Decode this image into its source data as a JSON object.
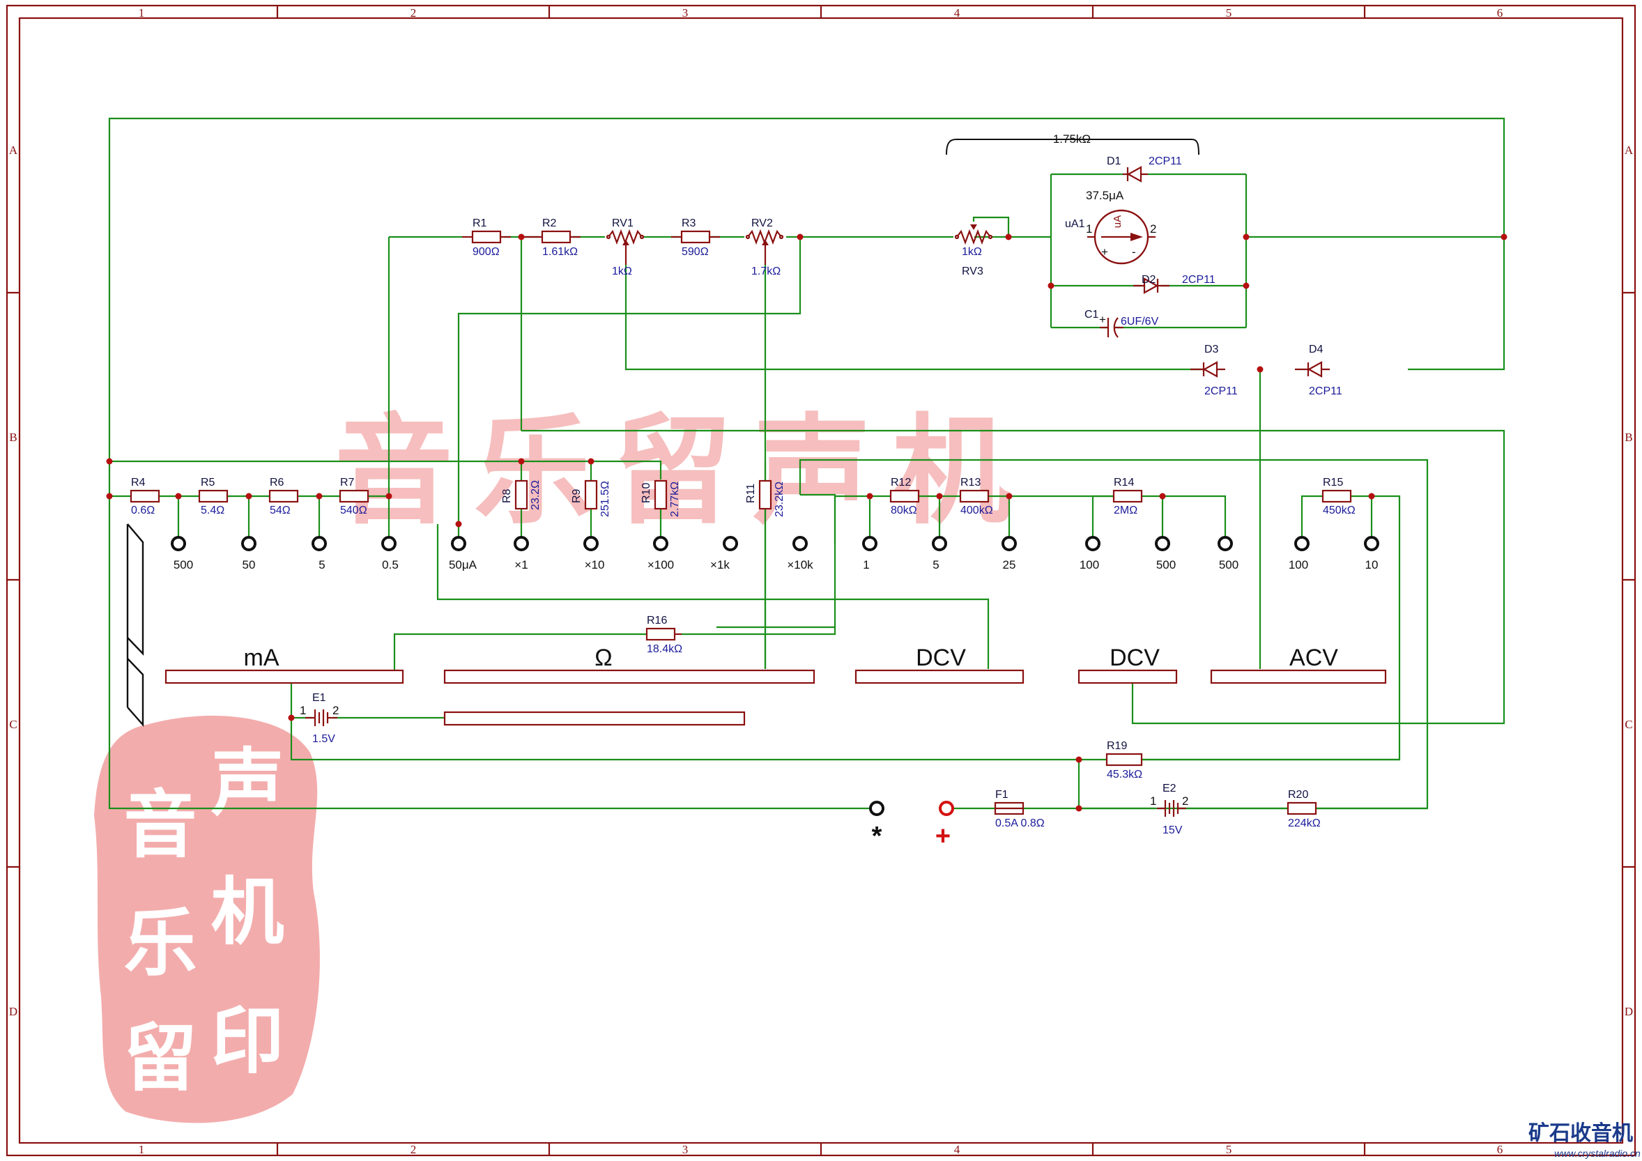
{
  "frame": {
    "columns": [
      "1",
      "2",
      "3",
      "4",
      "5",
      "6"
    ],
    "rows": [
      "A",
      "B",
      "C",
      "D"
    ]
  },
  "resistors": {
    "r1": {
      "designator": "R1",
      "value": "900Ω"
    },
    "r2": {
      "designator": "R2",
      "value": "1.61kΩ"
    },
    "r3": {
      "designator": "R3",
      "value": "590Ω"
    },
    "r4": {
      "designator": "R4",
      "value": "0.6Ω"
    },
    "r5": {
      "designator": "R5",
      "value": "5.4Ω"
    },
    "r6": {
      "designator": "R6",
      "value": "54Ω"
    },
    "r7": {
      "designator": "R7",
      "value": "540Ω"
    },
    "r8": {
      "designator": "R8",
      "value": "23.2Ω"
    },
    "r9": {
      "designator": "R9",
      "value": "251.5Ω"
    },
    "r10": {
      "designator": "R10",
      "value": "2.77kΩ"
    },
    "r11": {
      "designator": "R11",
      "value": "23.2kΩ"
    },
    "r12": {
      "designator": "R12",
      "value": "80kΩ"
    },
    "r13": {
      "designator": "R13",
      "value": "400kΩ"
    },
    "r14": {
      "designator": "R14",
      "value": "2MΩ"
    },
    "r15": {
      "designator": "R15",
      "value": "450kΩ"
    },
    "r16": {
      "designator": "R16",
      "value": "18.4kΩ"
    },
    "r19": {
      "designator": "R19",
      "value": "45.3kΩ"
    },
    "r20": {
      "designator": "R20",
      "value": "224kΩ"
    }
  },
  "potentiometers": {
    "rv1": {
      "designator": "RV1",
      "value": "1kΩ"
    },
    "rv2": {
      "designator": "RV2",
      "value": "1.7kΩ"
    },
    "rv3": {
      "designator": "RV3",
      "value": "1kΩ"
    }
  },
  "meter": {
    "designator": "uA1",
    "glyph": "uA",
    "full_scale": "37.5μA",
    "bracket": "1.75kΩ",
    "plus": "+",
    "minus": "-",
    "pin1": "1",
    "pin2": "2"
  },
  "diodes": {
    "d1": {
      "designator": "D1",
      "value": "2CP11"
    },
    "d2": {
      "designator": "D2",
      "value": "2CP11"
    },
    "d3": {
      "designator": "D3",
      "value": "2CP11"
    },
    "d4": {
      "designator": "D4",
      "value": "2CP11"
    }
  },
  "capacitor": {
    "designator": "C1",
    "value": "6UF/6V",
    "plus": "+"
  },
  "batteries": {
    "e1": {
      "designator": "E1",
      "value": "1.5V",
      "pin1": "1",
      "pin2": "2"
    },
    "e2": {
      "designator": "E2",
      "value": "15V",
      "pin1": "1",
      "pin2": "2"
    }
  },
  "fuse": {
    "designator": "F1",
    "value": "0.5A 0.8Ω"
  },
  "terminals": [
    "500",
    "50",
    "5",
    "0.5",
    "50μA",
    "×1",
    "×10",
    "×100",
    "×1k",
    "×10k",
    "1",
    "5",
    "25",
    "100",
    "500",
    "500",
    "100",
    "10"
  ],
  "switch_labels": [
    "mA",
    "Ω",
    "DCV",
    "DCV",
    "ACV"
  ],
  "jacks": {
    "common": "*",
    "positive": "+"
  },
  "watermark": {
    "banner": "音乐留声机",
    "seal": [
      "声",
      "机",
      "印",
      "音",
      "乐",
      "留"
    ]
  },
  "logo": {
    "name": "矿石收音机",
    "url": "www.crystalradio.cn"
  },
  "colors": {
    "wire": "#1a8f1a",
    "component": "#8a1010",
    "value_text": "#1a1a9a",
    "positive_terminal": "#d41010",
    "watermark": "#f08a8a"
  }
}
